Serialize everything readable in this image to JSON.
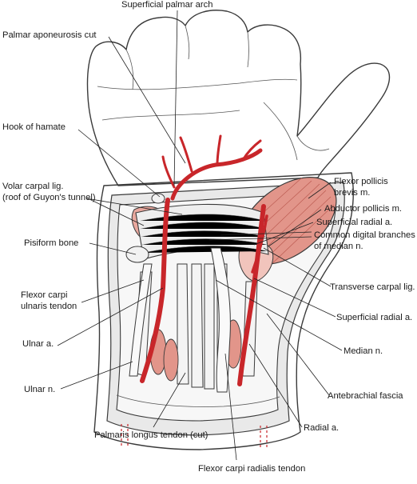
{
  "figure": {
    "colors": {
      "artery": "#c8262a",
      "muscle": "#e2958a",
      "skin": "#f6f6f6",
      "tendon": "#ececec",
      "outline": "#3a3a3a"
    },
    "labels": [
      {
        "id": "superficial-palmar-arch",
        "text": "Superficial palmar arch"
      },
      {
        "id": "palmar-aponeurosis-cut",
        "text": "Palmar aponeurosis cut"
      },
      {
        "id": "hook-of-hamate",
        "text": "Hook of hamate"
      },
      {
        "id": "volar-carpal-lig-1",
        "text": "Volar carpal lig."
      },
      {
        "id": "volar-carpal-lig-2",
        "text": "(roof of Guyon's tunnel)"
      },
      {
        "id": "pisiform-bone",
        "text": "Pisiform bone"
      },
      {
        "id": "flexor-carpi-ulnaris-1",
        "text": "Flexor carpi"
      },
      {
        "id": "flexor-carpi-ulnaris-2",
        "text": "ulnaris tendon"
      },
      {
        "id": "ulnar-artery",
        "text": "Ulnar a."
      },
      {
        "id": "ulnar-nerve",
        "text": "Ulnar n."
      },
      {
        "id": "palmaris-longus",
        "text": "Palmaris longus tendon (cut)"
      },
      {
        "id": "flexor-carpi-radialis",
        "text": "Flexor carpi radialis tendon"
      },
      {
        "id": "flexor-pollicis-brevis-1",
        "text": "Flexor pollicis"
      },
      {
        "id": "flexor-pollicis-brevis-2",
        "text": "brevis m."
      },
      {
        "id": "abductor-pollicis",
        "text": "Abductor pollicis m."
      },
      {
        "id": "superficial-radial-a-1",
        "text": "Superficial radial a."
      },
      {
        "id": "common-digital-1",
        "text": "Common digital branches"
      },
      {
        "id": "common-digital-2",
        "text": "of median n."
      },
      {
        "id": "transverse-carpal-lig",
        "text": "Transverse carpal lig."
      },
      {
        "id": "superficial-radial-a-2",
        "text": "Superficial radial a."
      },
      {
        "id": "median-nerve",
        "text": "Median n."
      },
      {
        "id": "antebrachial-fascia",
        "text": "Antebrachial fascia"
      },
      {
        "id": "radial-artery",
        "text": "Radial a."
      }
    ]
  }
}
